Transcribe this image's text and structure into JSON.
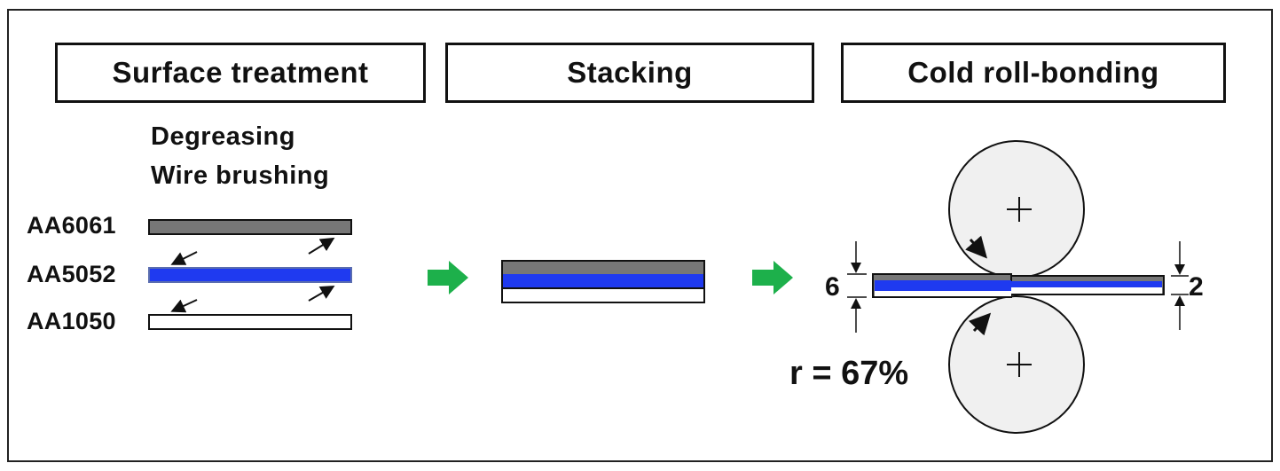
{
  "steps": {
    "surface_treatment": "Surface treatment",
    "stacking": "Stacking",
    "cold_roll_bonding": "Cold roll-bonding"
  },
  "treatments": {
    "degreasing": "Degreasing",
    "wire_brushing": "Wire brushing"
  },
  "alloys": {
    "top": "AA6061",
    "middle": "AA5052",
    "bottom": "AA1050"
  },
  "rolling": {
    "initial_thickness": "6",
    "final_thickness": "2",
    "reduction": "r = 67%"
  },
  "colors": {
    "aa6061": "#777777",
    "aa5052": "#1f3af0",
    "aa1050": "#ffffff",
    "arrow": "#1db04b",
    "roll": "#f0f0f0"
  }
}
